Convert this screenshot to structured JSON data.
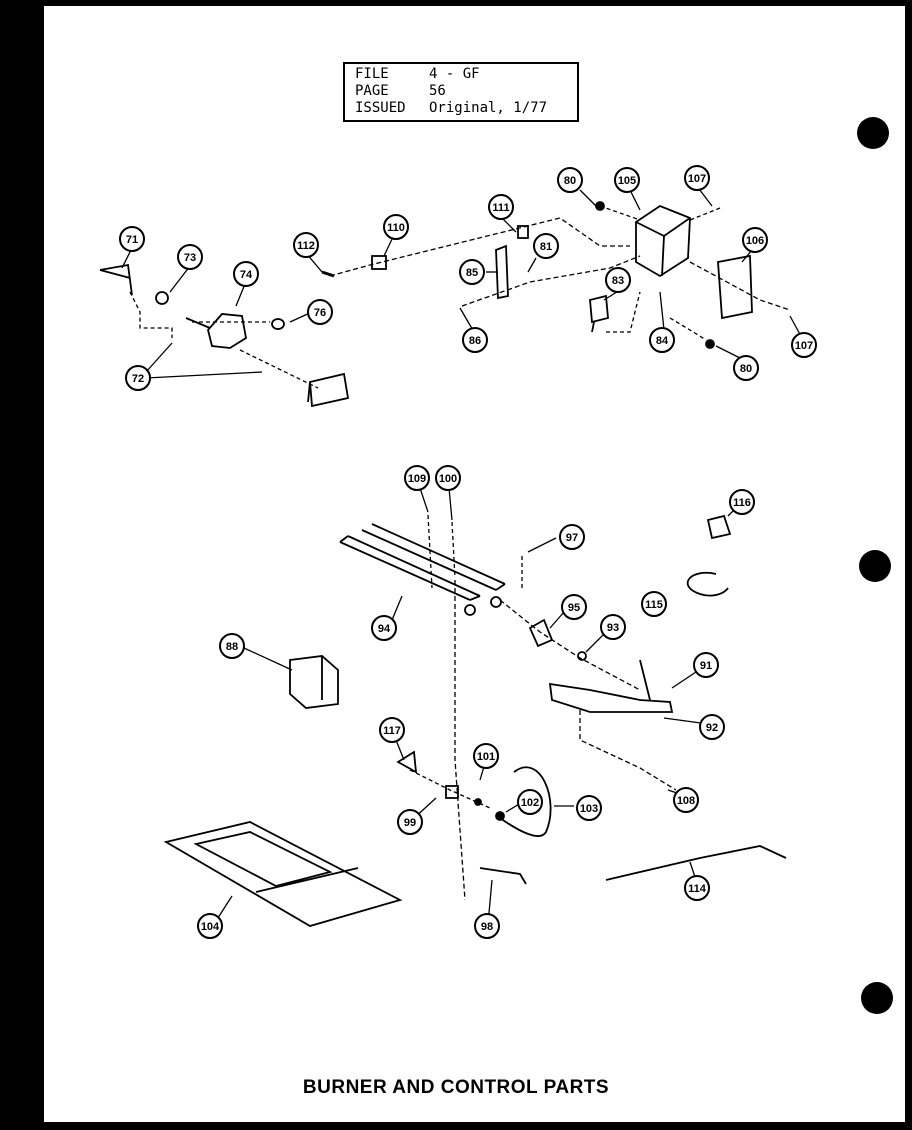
{
  "header": {
    "rows": [
      {
        "key": "FILE",
        "value": "4 - GF"
      },
      {
        "key": "PAGE",
        "value": "56"
      },
      {
        "key": "ISSUED",
        "value": "Original, 1/77"
      }
    ]
  },
  "title": "BURNER AND CONTROL PARTS",
  "callouts": [
    "71",
    "72",
    "73",
    "74",
    "76",
    "112",
    "110",
    "111",
    "81",
    "85",
    "86",
    "80",
    "105",
    "107",
    "83",
    "84",
    "106",
    "107",
    "80",
    "109",
    "100",
    "97",
    "116",
    "94",
    "95",
    "115",
    "93",
    "91",
    "92",
    "88",
    "117",
    "101",
    "102",
    "103",
    "99",
    "108",
    "98",
    "104",
    "114"
  ]
}
